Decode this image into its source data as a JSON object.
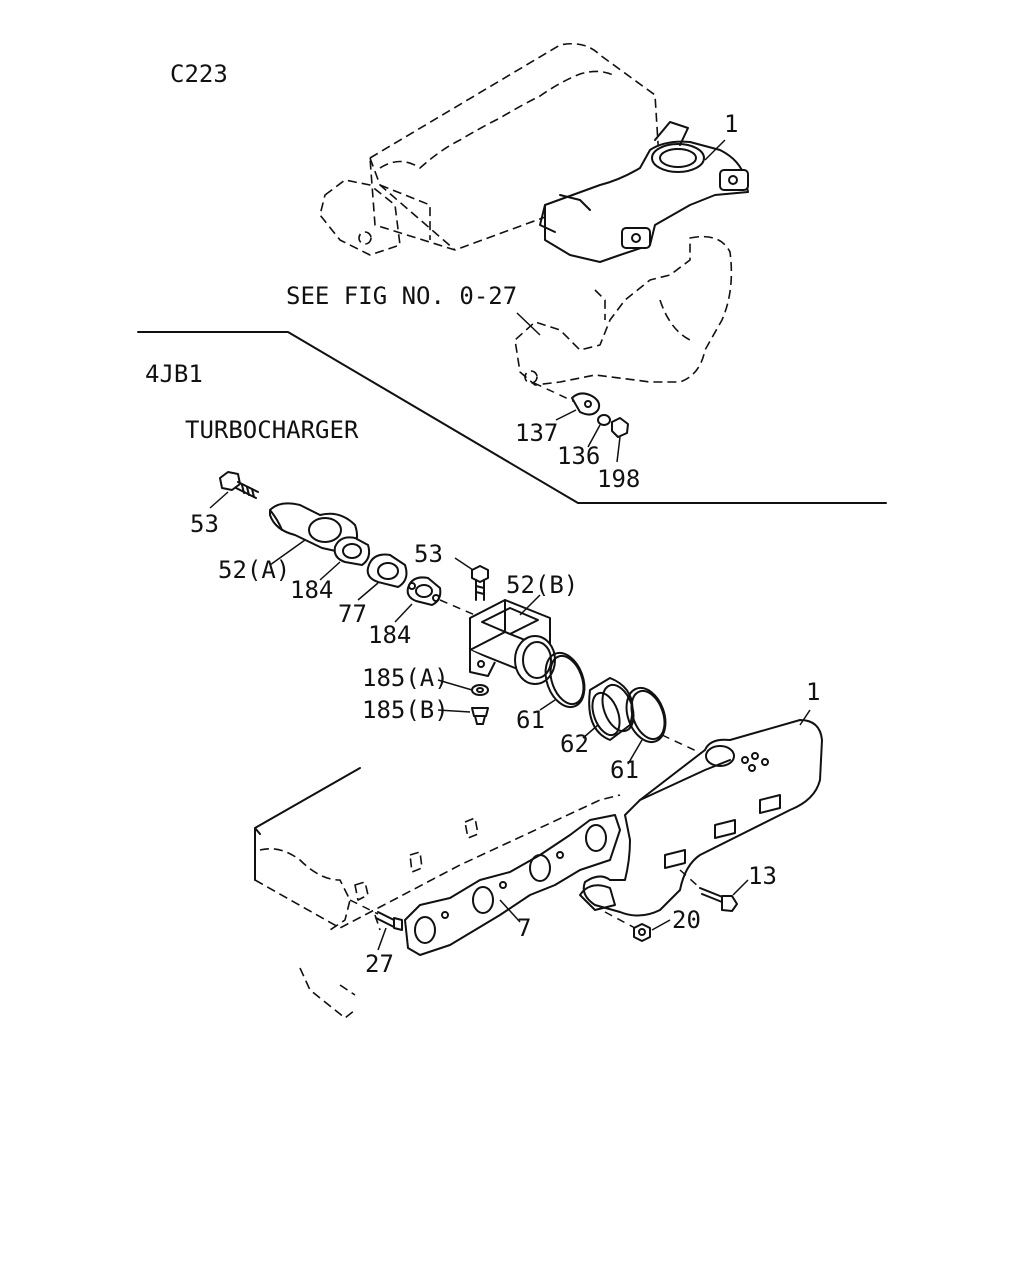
{
  "diagram": {
    "code": "C223",
    "reference_note": "SEE FIG NO. 0-27",
    "engine_model": "4JB1",
    "section_title": "TURBOCHARGER",
    "labels": {
      "p1_top": "1",
      "p137": "137",
      "p136": "136",
      "p198": "198",
      "p53_a": "53",
      "p52a": "52(A)",
      "p184_a": "184",
      "p77": "77",
      "p184_b": "184",
      "p53_b": "53",
      "p52b": "52(B)",
      "p185a": "185(A)",
      "p185b": "185(B)",
      "p61_a": "61",
      "p62": "62",
      "p61_b": "61",
      "p1_bottom": "1",
      "p13": "13",
      "p20": "20",
      "p7": "7",
      "p27": "27"
    }
  }
}
